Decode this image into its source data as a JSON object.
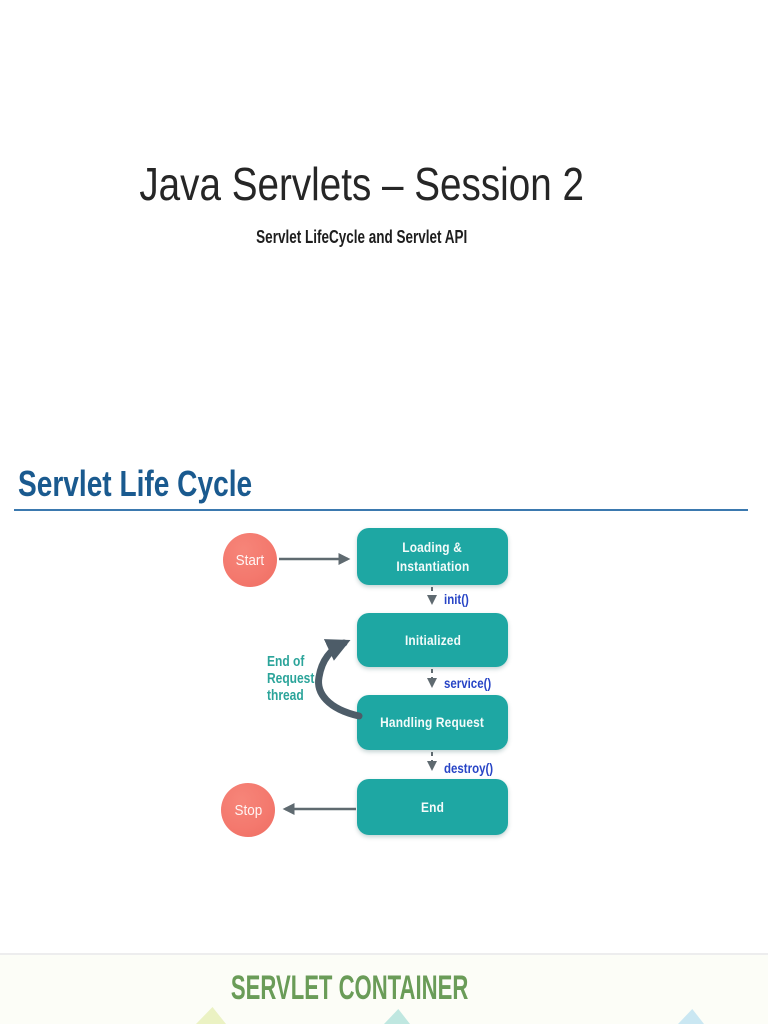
{
  "slide1": {
    "title": "Java Servlets – Session 2",
    "subtitle": "Servlet LifeCycle and Servlet API",
    "section_heading": "Servlet Life Cycle",
    "diagram": {
      "start_label": "Start",
      "stop_label": "Stop",
      "boxes": [
        {
          "lines": [
            "Loading &",
            "Instantiation"
          ]
        },
        {
          "lines": [
            "Initialized"
          ]
        },
        {
          "lines": [
            "Handling Request"
          ]
        },
        {
          "lines": [
            "End"
          ]
        }
      ],
      "transitions": [
        {
          "label": "init()"
        },
        {
          "label": "service()"
        },
        {
          "label": "destroy()"
        }
      ],
      "loop_label_lines": [
        "End of",
        "Request",
        "thread"
      ]
    }
  },
  "slide2": {
    "heading": "SERVLET CONTAINER"
  },
  "colors": {
    "state_box_teal": "#1EA7A3",
    "terminal_salmon": "#F4796E",
    "method_label_blue": "#2845C6",
    "loop_label_teal": "#2BA49A",
    "section_heading_blue": "#1A5A8F",
    "section_rule_blue": "#3B79AF",
    "container_heading_green": "#6A9C58",
    "arrow_gray": "#5F6A70",
    "loop_arrow_slate": "#4D5C68"
  }
}
